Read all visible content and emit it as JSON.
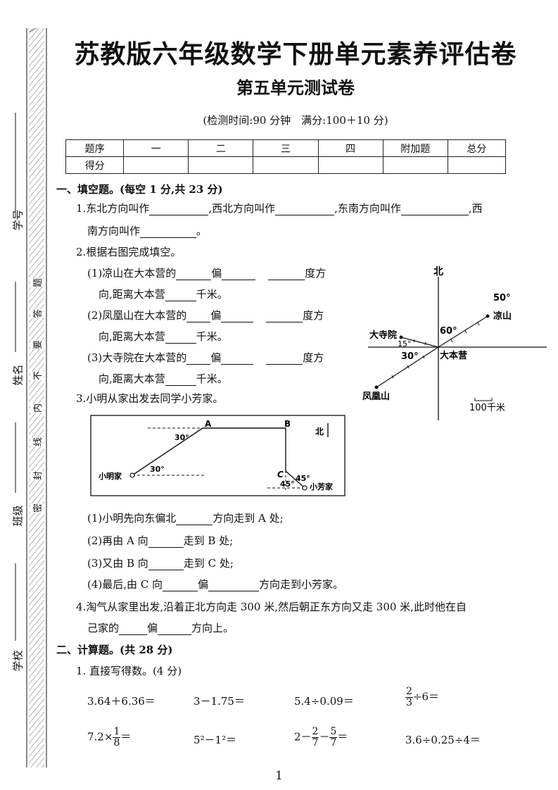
{
  "title": "苏教版六年级数学下册单元素养评估卷",
  "subtitle": "第五单元测试卷",
  "meta": "(检测时间:90 分钟　满分:100＋10 分)",
  "side": {
    "student_no": "学号",
    "name": "姓名",
    "class": "班级",
    "school": "学校",
    "seal_chars": [
      "题",
      "答",
      "要",
      "不",
      "内",
      "线",
      "封",
      "密"
    ]
  },
  "score_table": {
    "headers": [
      "题序",
      "一",
      "二",
      "三",
      "四",
      "附加题",
      "总分"
    ],
    "row_label": "得分"
  },
  "section1": {
    "title": "一、填空题。(每空 1 分,共 23 分)",
    "q1": {
      "num": "1.",
      "p1": "东北方向叫作",
      "p2": ",西北方向叫作",
      "p3": ",东南方向叫作",
      "p4": ",西",
      "p5": "南方向叫作",
      "p6": "。"
    },
    "q2": {
      "num": "2.",
      "intro": "根据右图完成填空。",
      "items": [
        {
          "a": "(1)凉山在大本营的",
          "b": "偏",
          "c": "度方",
          "d": "向,距离大本营",
          "e": "千米。"
        },
        {
          "a": "(2)凤凰山在大本营的",
          "b": "偏",
          "c": "度方",
          "d": "向,距离大本营",
          "e": "千米。"
        },
        {
          "a": "(3)大寺院在大本营的",
          "b": "偏",
          "c": "度方",
          "d": "向,距离大本营",
          "e": "千米。"
        }
      ]
    },
    "q3": {
      "num": "3.",
      "intro": "小明从家出发去同学小芳家。",
      "items": [
        {
          "a": "(1)小明先向东偏北",
          "b": "方向走到 A 处;"
        },
        {
          "a": "(2)再由 A 向",
          "b": "走到 B 处;"
        },
        {
          "a": "(3)又由 B 向",
          "b": "走到 C 处;"
        },
        {
          "a": "(4)最后,由 C 向",
          "b": "偏",
          "c": "方向走到小芳家。"
        }
      ]
    },
    "q4": {
      "num": "4.",
      "line1": "淘气从家里出发,沿着正北方向走 300 米,然后朝正东方向又走 300 米,此时他在自",
      "a": "己家的",
      "b": "偏",
      "c": "方向上。"
    }
  },
  "map1": {
    "north": "北",
    "liangshan": "凉山",
    "base": "大本营",
    "temple": "大寺院",
    "fenghuang": "凤凰山",
    "a50": "50°",
    "a60": "60°",
    "a15": "15°",
    "a30": "30°",
    "scale": "100千米"
  },
  "map2": {
    "north": "北",
    "home": "小明家",
    "fang": "小芳家",
    "A": "A",
    "B": "B",
    "C": "C",
    "a30a": "30°",
    "a30b": "30°",
    "a45a": "45°",
    "a45b": "45°"
  },
  "section2": {
    "title": "二、计算题。(共 28 分)",
    "q1": "1. 直接写得数。(4 分)",
    "row1": [
      "3.64＋6.36＝",
      "3－1.75＝",
      "5.4÷0.09＝",
      "÷6＝"
    ],
    "frac_2_3": {
      "n": "2",
      "d": "3"
    },
    "row2_a": "7.2×",
    "frac_1_8": {
      "n": "1",
      "d": "8"
    },
    "row2_a_end": "＝",
    "row2_b": "5²－1²＝",
    "row2_c_pre": "2－",
    "frac_2_7": {
      "n": "2",
      "d": "7"
    },
    "row2_c_mid": "－",
    "frac_5_7": {
      "n": "5",
      "d": "7"
    },
    "row2_c_end": "＝",
    "row2_d": "3.6÷0.25÷4＝"
  },
  "page_number": "1"
}
